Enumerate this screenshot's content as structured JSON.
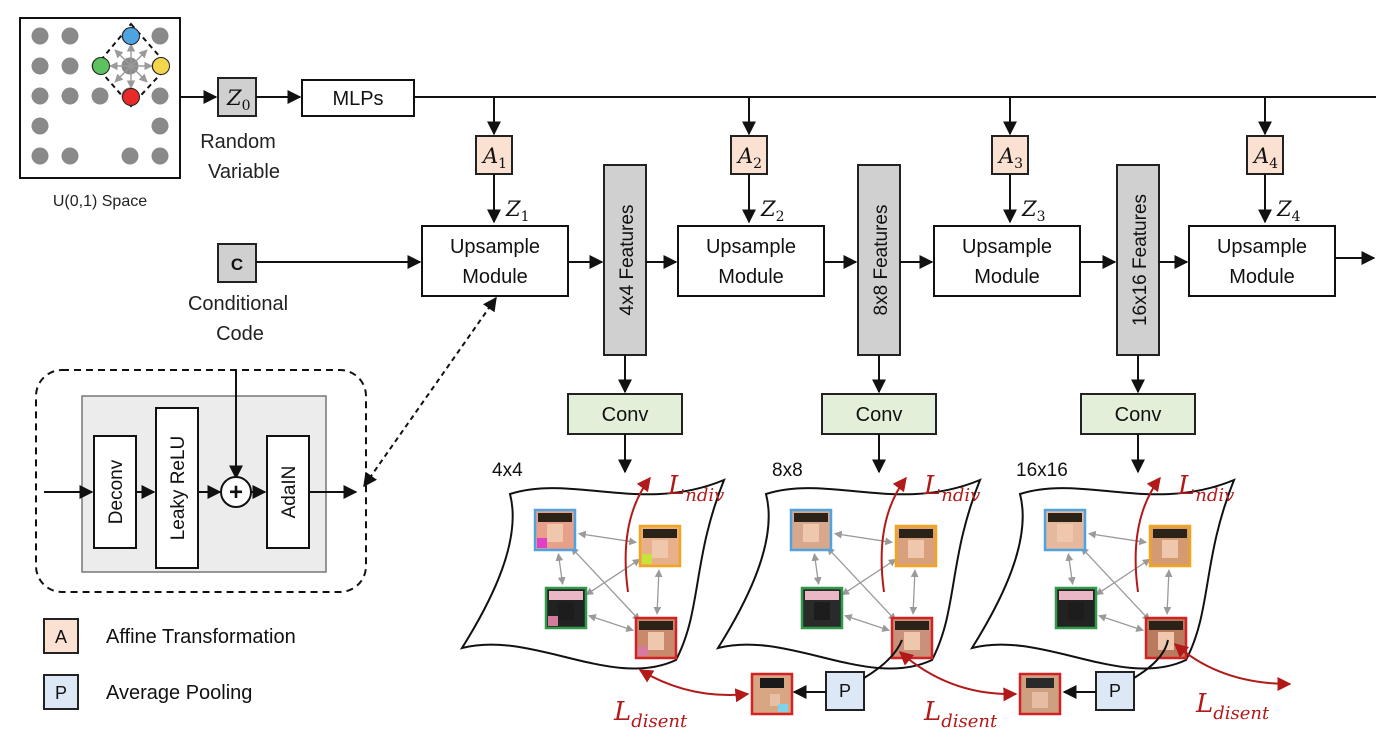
{
  "uspace": {
    "caption": "U(0,1) Space"
  },
  "random": {
    "symbol": "Z",
    "sub": "0",
    "line1": "Random",
    "line2": "Variable"
  },
  "mlps": {
    "label": "MLPs"
  },
  "cond": {
    "symbol": "C",
    "line1": "Conditional",
    "line2": "Code"
  },
  "affine_syms": [
    {
      "sym": "A",
      "sub": "1"
    },
    {
      "sym": "A",
      "sub": "2"
    },
    {
      "sym": "A",
      "sub": "3"
    },
    {
      "sym": "A",
      "sub": "4"
    }
  ],
  "z_syms": [
    {
      "sym": "Z",
      "sub": "1"
    },
    {
      "sym": "Z",
      "sub": "2"
    },
    {
      "sym": "Z",
      "sub": "3"
    },
    {
      "sym": "Z",
      "sub": "4"
    }
  ],
  "upsample": {
    "line1": "Upsample",
    "line2": "Module"
  },
  "features": [
    "4x4 Features",
    "8x8 Features",
    "16x16 Features"
  ],
  "conv_label": "Conv",
  "resolutions": [
    "4x4",
    "8x8",
    "16x16"
  ],
  "module": {
    "deconv": "Deconv",
    "leaky": "Leaky ReLU",
    "plus": "+",
    "adain": "AdaIN"
  },
  "legend": {
    "affine_key": "A",
    "affine_text": "Affine Transformation",
    "pool_key": "P",
    "pool_text": "Average Pooling"
  },
  "losses": {
    "ndiv": {
      "sym": "L",
      "sub": "ndiv"
    },
    "disent": {
      "sym": "L",
      "sub": "disent"
    }
  },
  "colors": {
    "blue": "#4ea3e0",
    "green": "#2f9a4a",
    "orange": "#f2a51a",
    "red": "#d42222",
    "yellow": "#f3d64d",
    "loss_red": "#b21a1a",
    "affine_fill": "#fbe1d2",
    "pool_fill": "#dce8f5",
    "conv_fill": "#e3efd9",
    "gray_fill": "#d0d0d0"
  }
}
